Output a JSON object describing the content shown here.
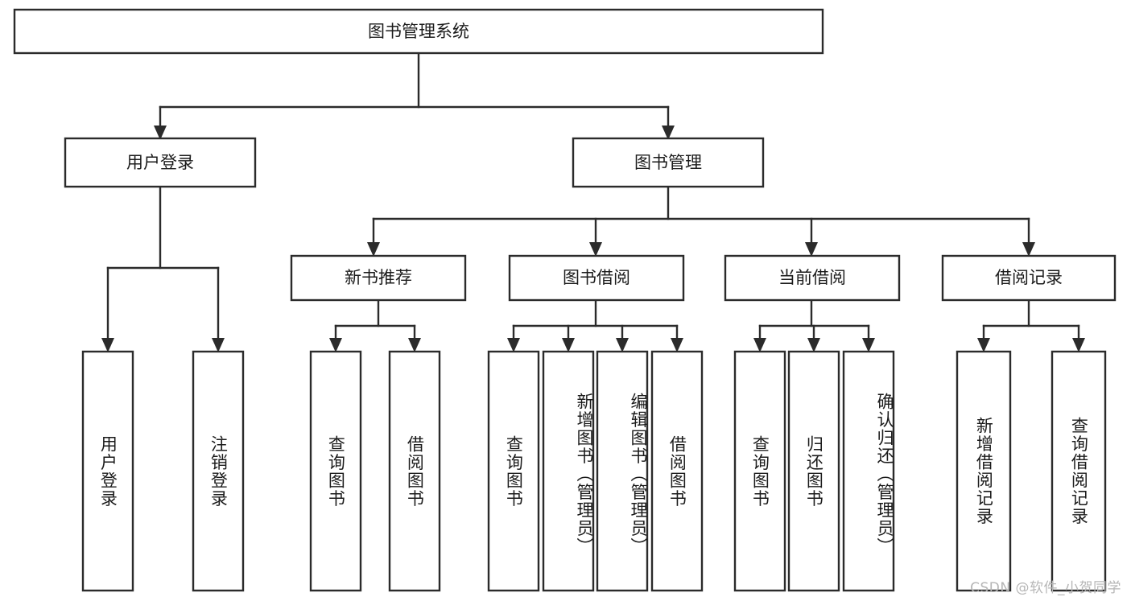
{
  "diagram": {
    "title": "图书管理系统",
    "type": "tree-hierarchy",
    "root": {
      "label": "图书管理系统"
    },
    "level2": [
      {
        "label": "用户登录"
      },
      {
        "label": "图书管理"
      }
    ],
    "level3": [
      {
        "label": "新书推荐"
      },
      {
        "label": "图书借阅"
      },
      {
        "label": "当前借阅"
      },
      {
        "label": "借阅记录"
      }
    ],
    "leaves": {
      "user_login": [
        {
          "label": "用户登录"
        },
        {
          "label": "注销登录"
        }
      ],
      "new_book_recommend": [
        {
          "label": "查询图书"
        },
        {
          "label": "借阅图书"
        }
      ],
      "book_borrow": [
        {
          "label": "查询图书"
        },
        {
          "label": "新增图书（管理员）"
        },
        {
          "label": "编辑图书（管理员）"
        },
        {
          "label": "借阅图书"
        }
      ],
      "current_borrow": [
        {
          "label": "查询图书"
        },
        {
          "label": "归还图书"
        },
        {
          "label": "确认归还（管理员）"
        }
      ],
      "borrow_record": [
        {
          "label": "新增借阅记录"
        },
        {
          "label": "查询借阅记录"
        }
      ]
    }
  },
  "watermark": {
    "text": "CSDN @软件_小贺同学"
  },
  "colors": {
    "stroke": "#2b2b2b",
    "fill": "#ffffff",
    "text": "#1b1b1b",
    "watermark": "#b6b6b6"
  }
}
